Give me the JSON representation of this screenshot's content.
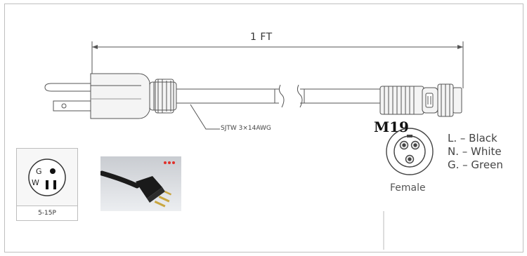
{
  "dimension": {
    "label": "1 FT"
  },
  "cable": {
    "spec": "SJTW 3×14AWG"
  },
  "connector": {
    "name": "M19",
    "gender": "Female"
  },
  "pinout": [
    {
      "text": "L. – Black"
    },
    {
      "text": "N. – White"
    },
    {
      "text": "G. – Green"
    }
  ],
  "plug_face": {
    "ground_letter": "G",
    "white_letter": "W",
    "standard": "5-15P"
  },
  "colors": {
    "line": "#555555",
    "body": "#f2f2f2",
    "photo_bg": "#d9dde3",
    "photo_accent": "#e0302a"
  },
  "icons": {
    "plug_photo": "nema-5-15p-plug-photo-icon",
    "socket_face": "m19-female-socket-icon"
  }
}
